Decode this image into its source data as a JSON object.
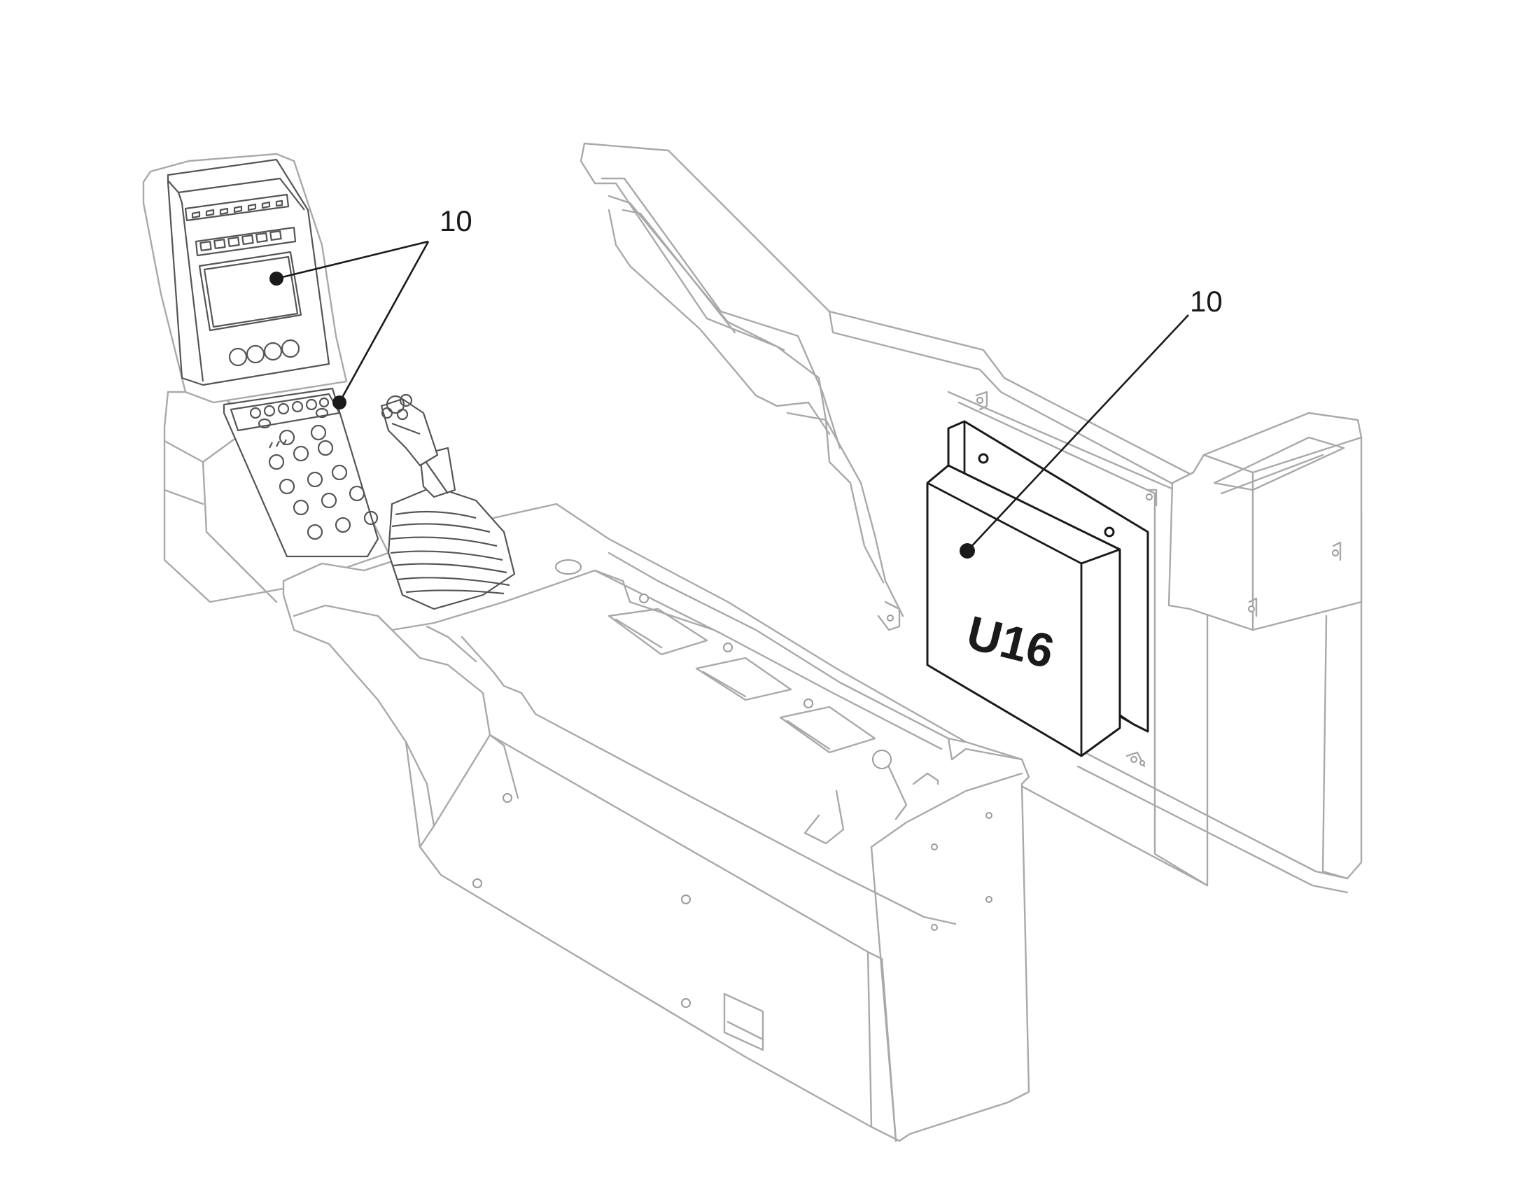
{
  "callouts": [
    {
      "label": "10"
    },
    {
      "label": "10"
    }
  ],
  "module_label": "U16",
  "colors": {
    "outline_light": "#a9a9a9",
    "outline_dark": "#1a1a1a",
    "background": "#ffffff"
  }
}
